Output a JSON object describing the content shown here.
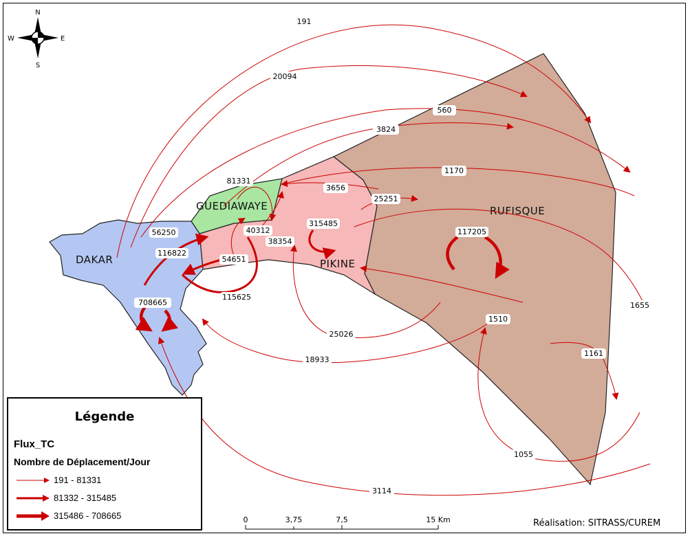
{
  "map": {
    "compass": {
      "north": "N",
      "south": "S",
      "east": "E",
      "west": "W"
    },
    "regions": [
      {
        "name": "DAKAR",
        "fill": "#b4c7f2"
      },
      {
        "name": "GUEDIAWAYE",
        "fill": "#a8e6a1"
      },
      {
        "name": "PIKINE",
        "fill": "#f6b8b8"
      },
      {
        "name": "RUFISQUE",
        "fill": "#d2ab99"
      }
    ],
    "flow_color": "#cc0000",
    "flows": [
      {
        "from": "DAKAR",
        "to": "RUFISQUE",
        "value": "191"
      },
      {
        "from": "DAKAR",
        "to": "RUFISQUE",
        "value": "20094"
      },
      {
        "from": "DAKAR",
        "to": "RUFISQUE",
        "value": "560"
      },
      {
        "from": "GUEDIAWAYE",
        "to": "RUFISQUE",
        "value": "3824"
      },
      {
        "from": "PIKINE",
        "to": "RUFISQUE",
        "value": "1170"
      },
      {
        "from": "RUFISQUE",
        "to": "GUEDIAWAYE",
        "value": "3656"
      },
      {
        "from": "PIKINE",
        "to": "RUFISQUE",
        "value": "25251"
      },
      {
        "from": "DAKAR",
        "to": "GUEDIAWAYE",
        "value": "81331"
      },
      {
        "from": "GUEDIAWAYE",
        "to": "DAKAR",
        "value": "56250"
      },
      {
        "from": "GUEDIAWAYE",
        "to": "GUEDIAWAYE",
        "value": "40312"
      },
      {
        "from": "GUEDIAWAYE",
        "to": "PIKINE",
        "value": "38354"
      },
      {
        "from": "PIKINE",
        "to": "PIKINE",
        "value": "315485"
      },
      {
        "from": "DAKAR",
        "to": "PIKINE",
        "value": "116822"
      },
      {
        "from": "PIKINE",
        "to": "DAKAR",
        "value": "54651"
      },
      {
        "from": "PIKINE",
        "to": "DAKAR",
        "value": "115625"
      },
      {
        "from": "DAKAR",
        "to": "DAKAR",
        "value": "708665"
      },
      {
        "from": "RUFISQUE",
        "to": "RUFISQUE",
        "value": "117205"
      },
      {
        "from": "DAKAR",
        "to": "RUFISQUE",
        "value": "1655"
      },
      {
        "from": "RUFISQUE",
        "to": "PIKINE",
        "value": "1510"
      },
      {
        "from": "RUFISQUE",
        "to": "PIKINE",
        "value": "25026"
      },
      {
        "from": "RUFISQUE",
        "to": "DAKAR",
        "value": "18933"
      },
      {
        "from": "RUFISQUE",
        "to": "RUFISQUE",
        "value": "1161"
      },
      {
        "from": "RUFISQUE",
        "to": "RUFISQUE",
        "value": "1055"
      },
      {
        "from": "RUFISQUE",
        "to": "DAKAR",
        "value": "3114"
      }
    ]
  },
  "legend": {
    "title": "Légende",
    "field": "Flux_TC",
    "subtitle": "Nombre de Déplacement/Jour",
    "classes": [
      {
        "label": "191 - 81331"
      },
      {
        "label": "81332 - 315485"
      },
      {
        "label": "315486 - 708665"
      }
    ]
  },
  "scalebar": {
    "ticks": [
      "0",
      "3,75",
      "7,5",
      "15 Km"
    ]
  },
  "credit": "Réalisation: SITRASS/CUREM"
}
